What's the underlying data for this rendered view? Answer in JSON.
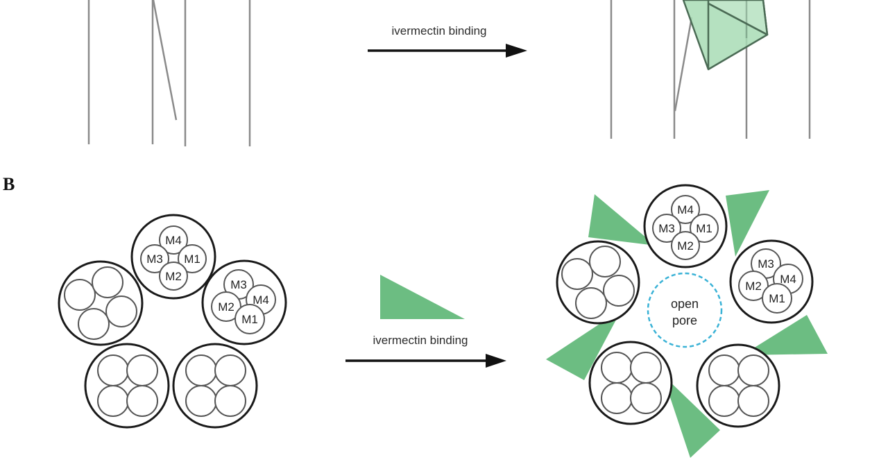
{
  "panel_a": {
    "arrow_label": "ivermectin binding",
    "colors": {
      "membrane_line": "#8a8a8a",
      "prism_fill": "#a8dcb5",
      "prism_edge": "#4b6b55"
    }
  },
  "panel_b": {
    "letter": "B",
    "arrow_label": "ivermectin binding",
    "ivermectin_legend": "ivermectin",
    "pore_label_line1": "open",
    "pore_label_line2": "pore",
    "colors": {
      "ivermectin": "#6cbd82",
      "subunit_stroke": "#1a1a1a",
      "helix_stroke": "#555555",
      "pore": "#3ab2d6"
    },
    "closed_pentamer": {
      "subunits": [
        {
          "name": "top",
          "helices": [
            "M4",
            "M3",
            "M1",
            "M2"
          ]
        },
        {
          "name": "right",
          "helices": [
            "M3",
            "M4",
            "M2",
            "M1"
          ]
        },
        {
          "name": "left",
          "helices": [
            "",
            "",
            "",
            ""
          ]
        },
        {
          "name": "bottom-left",
          "helices": [
            "",
            "",
            "",
            ""
          ]
        },
        {
          "name": "bottom-right",
          "helices": [
            "",
            "",
            "",
            ""
          ]
        }
      ]
    },
    "open_pentamer": {
      "subunits": [
        {
          "name": "top",
          "helices": [
            "M4",
            "M3",
            "M1",
            "M2"
          ]
        },
        {
          "name": "right",
          "helices": [
            "M3",
            "M4",
            "M2",
            "M1"
          ]
        },
        {
          "name": "left",
          "helices": [
            "",
            "",
            "",
            ""
          ]
        },
        {
          "name": "bottom-left",
          "helices": [
            "",
            "",
            "",
            ""
          ]
        },
        {
          "name": "bottom-right",
          "helices": [
            "",
            "",
            "",
            ""
          ]
        }
      ]
    }
  }
}
